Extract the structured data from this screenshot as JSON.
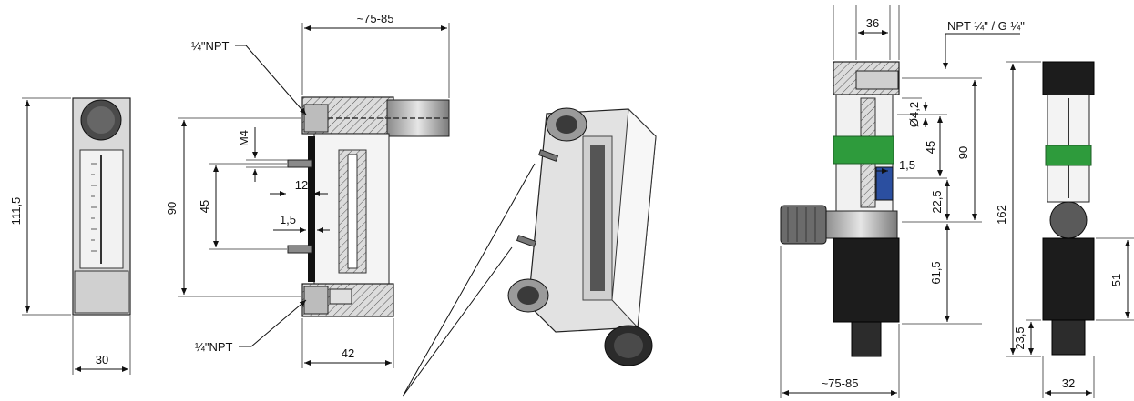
{
  "views": {
    "front": {
      "height_label": "111,5",
      "width_label": "30"
    },
    "section": {
      "top_width_label": "~75-85",
      "top_port_label": "¼\"NPT",
      "bottom_port_label": "¼\"NPT",
      "thread_label": "M4",
      "total_height_label": "90",
      "hole_spacing_label": "45",
      "stud_length_label": "12",
      "offset_label": "1,5",
      "bottom_width_label": "42"
    },
    "right_section": {
      "top_width_label": "36",
      "port_label": "NPT ¼\" / G ¼\"",
      "bore_label": "Ø4,2",
      "spacing_label": "45",
      "height_label": "90",
      "offset_label": "1,5",
      "lower_label": "22,5",
      "valve_label": "61,5",
      "bottom_width_label": "~75-85"
    },
    "right_front": {
      "height_label": "162",
      "upper_label": "51",
      "lower_label": "23,5",
      "width_label": "32"
    }
  },
  "colors": {
    "line": "#111111",
    "metal": "#c8c8c8",
    "dark_body": "#1c1c1c",
    "green_band": "#2e9b3c",
    "glass": "#eef2f2"
  }
}
